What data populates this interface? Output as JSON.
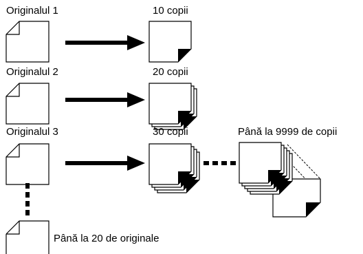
{
  "originals": [
    {
      "label": "Originalul 1",
      "copies_label": "10 copii",
      "copies": 10
    },
    {
      "label": "Originalul 2",
      "copies_label": "20 copii",
      "copies": 20
    },
    {
      "label": "Originalul 3",
      "copies_label": "30 copii",
      "copies": 30
    }
  ],
  "max_copies_label": "Până la 9999 de copii",
  "max_originals_label": "Până la 20 de originale"
}
